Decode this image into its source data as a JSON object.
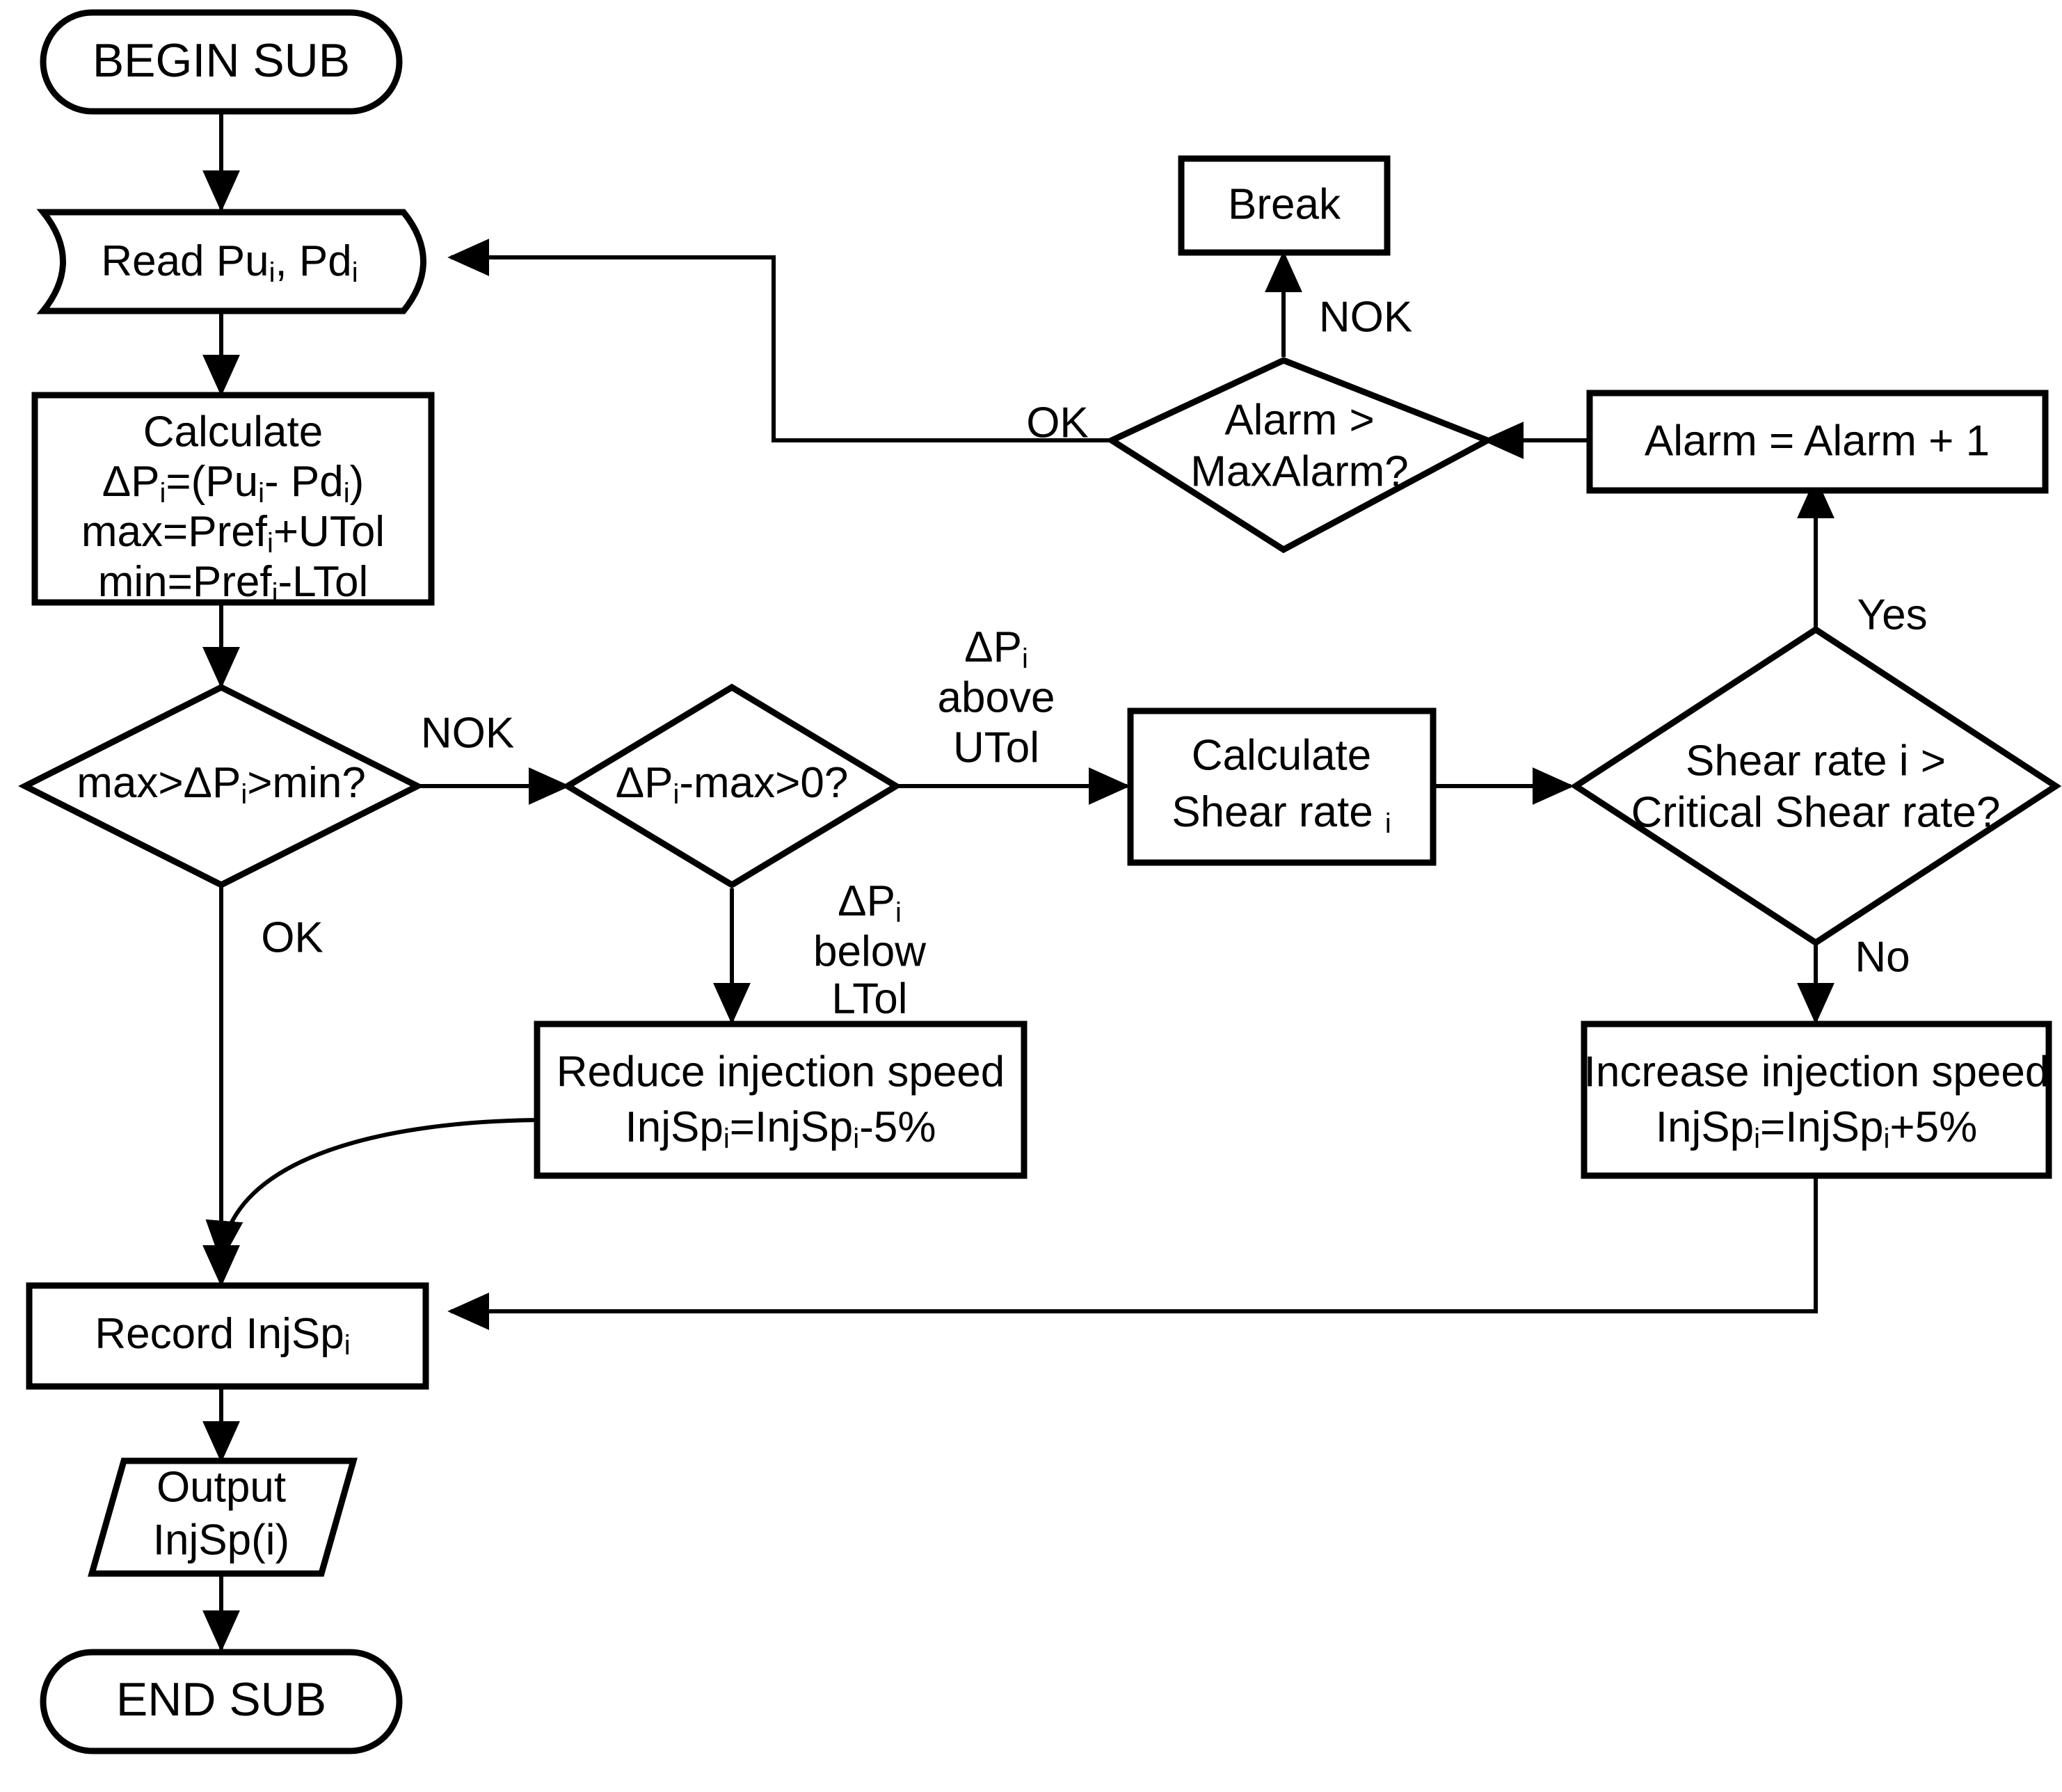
{
  "diagram": {
    "type": "flowchart",
    "title": "Injection speed control subroutine flowchart",
    "nodes": {
      "begin": {
        "shape": "terminator",
        "label": "BEGIN SUB"
      },
      "read": {
        "shape": "stored-data",
        "label": "Read Pu",
        "sub1": "i",
        "label2": ", Pd",
        "sub2": "i"
      },
      "calculate": {
        "shape": "process",
        "line1": "Calculate",
        "line2a": "ΔP",
        "line2b": "i",
        "line2c": "=(Pu",
        "line2d": "i",
        "line2e": "- Pd",
        "line2f": "i",
        "line2g": ")",
        "line3a": "max=Pref",
        "line3b": "i",
        "line3c": "+UTol",
        "line4a": "min=Pref",
        "line4b": "i",
        "line4c": "-LTol"
      },
      "decision_range": {
        "shape": "decision",
        "label_a": "max>ΔP",
        "label_b": "i",
        "label_c": ">min?"
      },
      "decision_above": {
        "shape": "decision",
        "label_a": "ΔP",
        "label_b": "i",
        "label_c": "-max>0?"
      },
      "calc_shear": {
        "shape": "process",
        "line1": "Calculate",
        "line2": "Shear rate ",
        "line2sub": "i"
      },
      "decision_shear": {
        "shape": "decision",
        "line1": "Shear rate i >",
        "line2": "Critical Shear rate?"
      },
      "alarm_inc": {
        "shape": "process",
        "label": "Alarm = Alarm + 1"
      },
      "decision_alarm": {
        "shape": "decision",
        "line1": "Alarm >",
        "line2": "MaxAlarm?"
      },
      "break": {
        "shape": "process",
        "label": "Break"
      },
      "increase": {
        "shape": "process",
        "line1": "Increase injection speed",
        "line2a": "InjSp",
        "line2b": "i",
        "line2c": "=InjSp",
        "line2d": "i",
        "line2e": "+5%"
      },
      "reduce": {
        "shape": "process",
        "line1": "Reduce injection speed",
        "line2a": "InjSp",
        "line2b": "i",
        "line2c": "=InjSp",
        "line2d": "i",
        "line2e": "-5%"
      },
      "record": {
        "shape": "process",
        "label": "Record InjSp",
        "sub": "i"
      },
      "output": {
        "shape": "io-parallelogram",
        "line1": "Output",
        "line2": "InjSp(i)"
      },
      "end": {
        "shape": "terminator",
        "label": "END SUB"
      }
    },
    "edge_labels": {
      "range_nok": "NOK",
      "range_ok": "OK",
      "above_utol_a": "ΔP",
      "above_utol_b": "i",
      "above_utol_c": "above",
      "above_utol_d": "UTol",
      "below_ltol_a": "ΔP",
      "below_ltol_b": "i",
      "below_ltol_c": "below",
      "below_ltol_d": "LTol",
      "shear_yes": "Yes",
      "shear_no": "No",
      "alarm_nok": "NOK",
      "alarm_ok": "OK"
    },
    "colors": {
      "stroke": "#000000",
      "fill": "#ffffff",
      "background": "#ffffff"
    }
  }
}
